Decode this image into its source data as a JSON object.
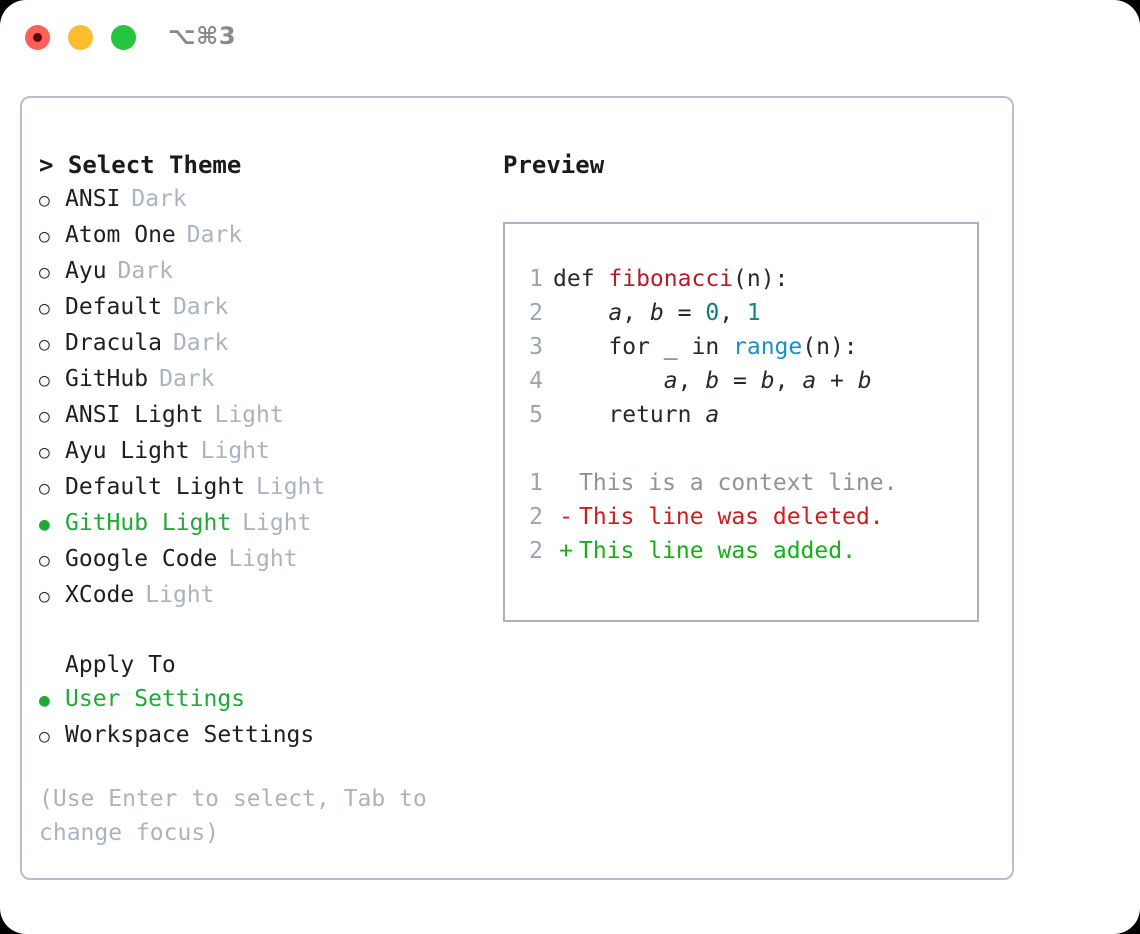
{
  "titlebar": {
    "shortcut": "⌥⌘3",
    "buttons": [
      {
        "name": "close",
        "color": "#ff6159"
      },
      {
        "name": "minimize",
        "color": "#ffbd2e"
      },
      {
        "name": "maximize",
        "color": "#25c53f"
      }
    ]
  },
  "theme_picker": {
    "header": "> Select Theme",
    "items": [
      {
        "label": "ANSI",
        "badge": "Dark",
        "selected": false
      },
      {
        "label": "Atom One",
        "badge": "Dark",
        "selected": false
      },
      {
        "label": "Ayu",
        "badge": "Dark",
        "selected": false
      },
      {
        "label": "Default",
        "badge": "Dark",
        "selected": false
      },
      {
        "label": "Dracula",
        "badge": "Dark",
        "selected": false
      },
      {
        "label": "GitHub",
        "badge": "Dark",
        "selected": false
      },
      {
        "label": "ANSI Light",
        "badge": "Light",
        "selected": false
      },
      {
        "label": "Ayu Light",
        "badge": "Light",
        "selected": false
      },
      {
        "label": "Default Light",
        "badge": "Light",
        "selected": false
      },
      {
        "label": "GitHub Light",
        "badge": "Light",
        "selected": true
      },
      {
        "label": "Google Code",
        "badge": "Light",
        "selected": false
      },
      {
        "label": "XCode",
        "badge": "Light",
        "selected": false
      }
    ],
    "bullet_empty": "○",
    "bullet_filled": "●"
  },
  "apply_to": {
    "header": "Apply To",
    "items": [
      {
        "label": "User Settings",
        "selected": true
      },
      {
        "label": "Workspace Settings",
        "selected": false
      }
    ]
  },
  "hint": "(Use Enter to select, Tab to change focus)",
  "preview": {
    "title": "Preview",
    "code_lines": [
      {
        "num": "1",
        "tokens": [
          {
            "t": "def ",
            "c": "plain"
          },
          {
            "t": "fibonacci",
            "c": "fn"
          },
          {
            "t": "(n):",
            "c": "plain"
          }
        ]
      },
      {
        "num": "2",
        "tokens": [
          {
            "t": "    ",
            "c": "plain"
          },
          {
            "t": "a",
            "c": "var"
          },
          {
            "t": ", ",
            "c": "plain"
          },
          {
            "t": "b",
            "c": "var"
          },
          {
            "t": " = ",
            "c": "plain"
          },
          {
            "t": "0",
            "c": "num"
          },
          {
            "t": ", ",
            "c": "plain"
          },
          {
            "t": "1",
            "c": "num2"
          }
        ]
      },
      {
        "num": "3",
        "tokens": [
          {
            "t": "    for _ in ",
            "c": "plain"
          },
          {
            "t": "range",
            "c": "call"
          },
          {
            "t": "(n):",
            "c": "plain"
          }
        ]
      },
      {
        "num": "4",
        "tokens": [
          {
            "t": "        ",
            "c": "plain"
          },
          {
            "t": "a",
            "c": "var"
          },
          {
            "t": ", ",
            "c": "plain"
          },
          {
            "t": "b",
            "c": "var"
          },
          {
            "t": " = ",
            "c": "plain"
          },
          {
            "t": "b",
            "c": "var"
          },
          {
            "t": ", ",
            "c": "plain"
          },
          {
            "t": "a",
            "c": "var"
          },
          {
            "t": " + ",
            "c": "plain"
          },
          {
            "t": "b",
            "c": "var"
          }
        ]
      },
      {
        "num": "5",
        "tokens": [
          {
            "t": "    return ",
            "c": "plain"
          },
          {
            "t": "a",
            "c": "var"
          }
        ]
      }
    ],
    "diff_lines": [
      {
        "num": "1",
        "marker": " ",
        "text": "This is a context line.",
        "kind": "context"
      },
      {
        "num": "2",
        "marker": "-",
        "text": "This line was deleted.",
        "kind": "del"
      },
      {
        "num": "2",
        "marker": "+",
        "text": "This line was added.",
        "kind": "add"
      }
    ]
  },
  "colors": {
    "accent_green": "#22a838",
    "muted": "#aab3bf",
    "border": "#b6bfcb",
    "panel_border": "#a8b2c0",
    "fn": "#b31d28",
    "num": "#0f7a73",
    "call": "#1a8fc4",
    "diff_del": "#c82020",
    "diff_add": "#16b016"
  }
}
